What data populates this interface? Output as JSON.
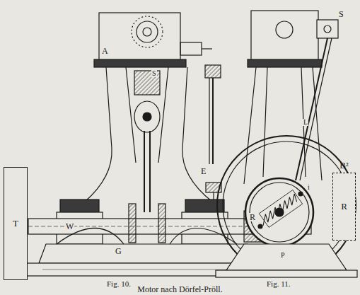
{
  "diagram": {
    "caption": "Motor nach Dörfel-Pröll.",
    "nodes": [
      {
        "text": [
          "T"
        ]
      },
      {
        "text": [
          "B²",
          "R"
        ]
      }
    ],
    "labels": [
      "A",
      "S",
      "E",
      "W",
      "G",
      "Fig. 10.",
      "S",
      "L",
      "R",
      "P",
      "i",
      "Fig. 11."
    ]
  }
}
